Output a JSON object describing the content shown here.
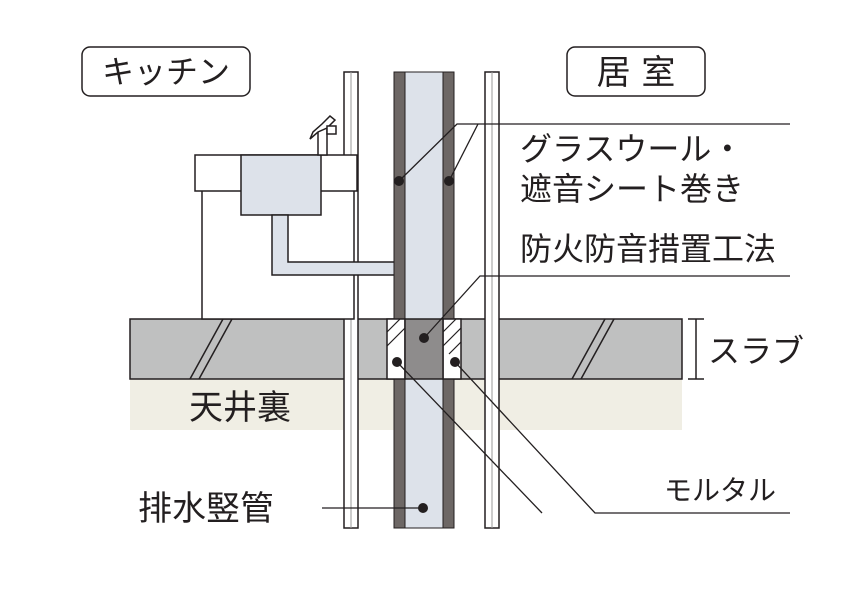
{
  "labels": {
    "kitchen": "キッチン",
    "living_room": "居 室",
    "insulation_line1": "グラスウール・",
    "insulation_line2": "遮音シート巻き",
    "fire_sound": "防火防音措置工法",
    "slab": "スラブ",
    "ceiling_space": "天井裏",
    "mortar": "モルタル",
    "drain_pipe": "排水竪管"
  },
  "colors": {
    "line": "#231f20",
    "pipe_fill": "#dde2ea",
    "insulation": "#6d6765",
    "slab_fill": "#bfc0c0",
    "ceiling_fill": "#f0eee4",
    "mortar_fill": "#8e8c8c",
    "wall_fill": "#ffffff"
  }
}
